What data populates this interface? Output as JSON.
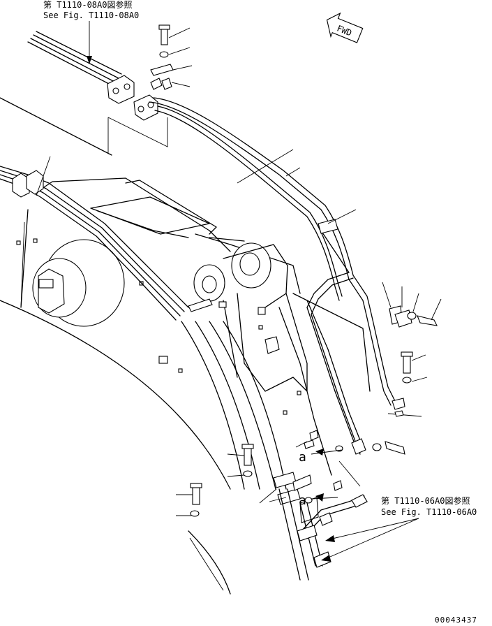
{
  "references": {
    "top": {
      "jp": "第 T1110-08A0図参照",
      "en": "See Fig. T1110-08A0"
    },
    "bottom": {
      "jp": "第 T1110-06A0図参照",
      "en": "See Fig. T1110-06A0"
    }
  },
  "fwd_label": "FWD",
  "detail_marks": [
    "a",
    "a"
  ],
  "drawing_id": "00043437",
  "icons": [
    "fwd-arrow-icon"
  ]
}
